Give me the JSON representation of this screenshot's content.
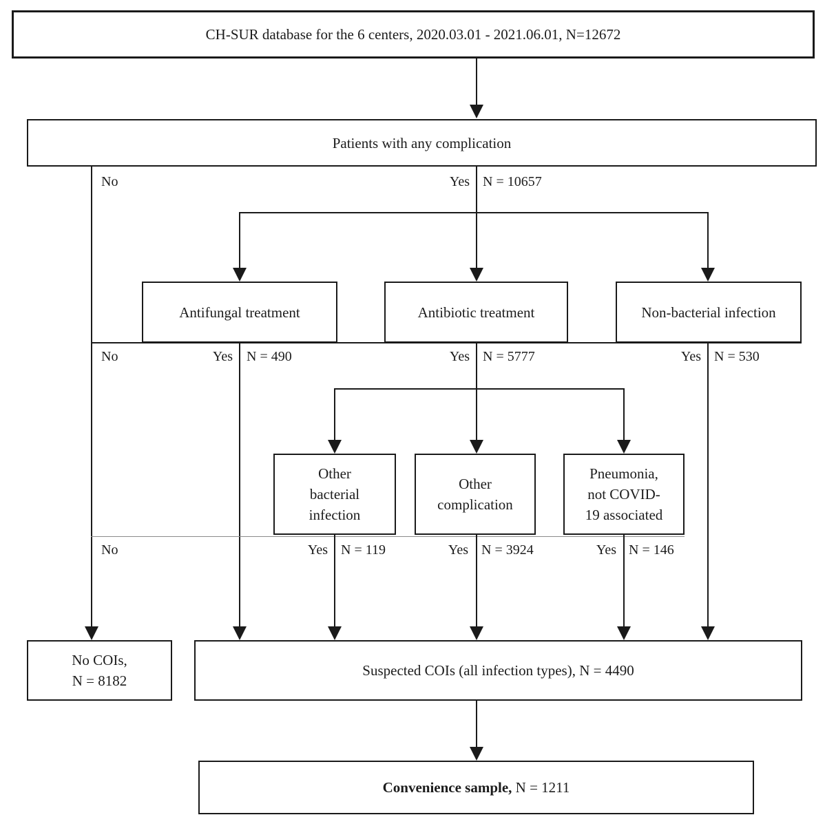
{
  "diagram": {
    "background_color": "#ffffff",
    "line_color": "#1a1a1a",
    "boxes": {
      "database": {
        "text": "CH-SUR database for the 6 centers, 2020.03.01 - 2021.06.01, N=12672"
      },
      "patients": {
        "text": "Patients with any complication"
      },
      "antifungal": {
        "text": "Antifungal treatment"
      },
      "antibiotic": {
        "text": "Antibiotic treatment"
      },
      "non_bacterial": {
        "text": "Non-bacterial infection"
      },
      "other_bacterial": {
        "lines": [
          "Other",
          "bacterial",
          "infection"
        ]
      },
      "other_complication": {
        "lines": [
          "Other",
          "complication"
        ]
      },
      "pneumonia": {
        "lines": [
          "Pneumonia,",
          "not COVID-",
          "19 associated"
        ]
      },
      "no_cois": {
        "lines": [
          "No COIs,",
          "N = 8182"
        ]
      },
      "suspected": {
        "text": "Suspected COIs (all infection types), N = 4490"
      },
      "convenience": {
        "text_bold": "Convenience sample,",
        "text_rest": " N = 1211"
      }
    },
    "edge_labels": {
      "patients_no": "No",
      "patients_yes": "Yes",
      "patients_n": "N = 10657",
      "row1_no": "No",
      "antifungal_yes": "Yes",
      "antifungal_n": "N = 490",
      "antibiotic_yes": "Yes",
      "antibiotic_n": "N = 5777",
      "non_bacterial_yes": "Yes",
      "non_bacterial_n": "N = 530",
      "row2_no": "No",
      "other_bacterial_yes": "Yes",
      "other_bacterial_n": "N = 119",
      "other_complication_yes": "Yes",
      "other_complication_n": "N = 3924",
      "pneumonia_yes": "Yes",
      "pneumonia_n": "N = 146"
    }
  }
}
